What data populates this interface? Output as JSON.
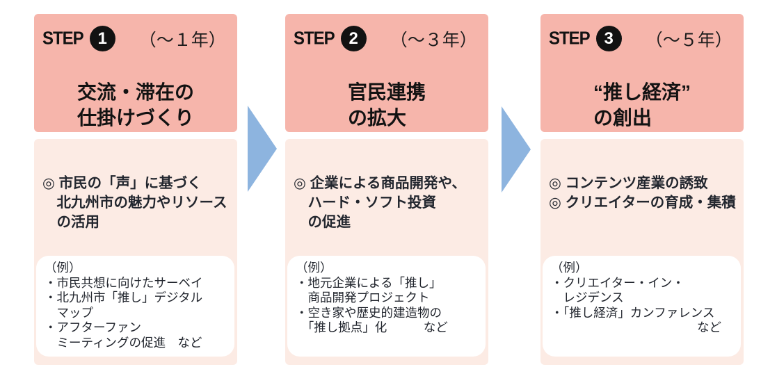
{
  "colors": {
    "header_bg": "#f6b5ab",
    "body_bg": "#fcebe4",
    "box_bg": "#ffffff",
    "arrow_color": "#8db4df",
    "circle_bg": "#121212",
    "text": "#22262e"
  },
  "steps": [
    {
      "step_label": "STEP",
      "step_number": "1",
      "duration": "（～１年）",
      "title_lines": [
        "交流・滞在の",
        "仕掛けづくり"
      ],
      "points": [
        "◎ 市民の「声」に基づく",
        "　北九州市の魅力やリソース",
        "　の活用"
      ],
      "example_lines": [
        "（例）",
        "・市民共想に向けたサーベイ",
        "・北九州市「推し」デジタル",
        "　マップ",
        "・アフターファン",
        "　ミーティングの促進　など"
      ]
    },
    {
      "step_label": "STEP",
      "step_number": "2",
      "duration": "（～３年）",
      "title_lines": [
        "官民連携",
        "の拡大"
      ],
      "points": [
        "◎ 企業による商品開発や、",
        "　ハード・ソフト投資",
        "　の促進"
      ],
      "example_lines": [
        "（例）",
        "・地元企業による「推し」",
        "　商品開発プロジェクト",
        "・空き家や歴史的建造物の",
        "　「推し拠点」化　　　など"
      ]
    },
    {
      "step_label": "STEP",
      "step_number": "3",
      "duration": "（～５年）",
      "title_lines": [
        "“推し経済”",
        "の創出"
      ],
      "points": [
        "◎ コンテンツ産業の誘致",
        "◎ クリエイターの育成・集積"
      ],
      "example_lines": [
        "（例）",
        "・クリエイター・イン・",
        "　レジデンス",
        "・「推し経済」カンファレンス",
        "　　　　　　　　　　　　など"
      ]
    }
  ],
  "arrows": [
    {
      "icon": "arrow-right-icon"
    },
    {
      "icon": "arrow-right-icon"
    }
  ]
}
